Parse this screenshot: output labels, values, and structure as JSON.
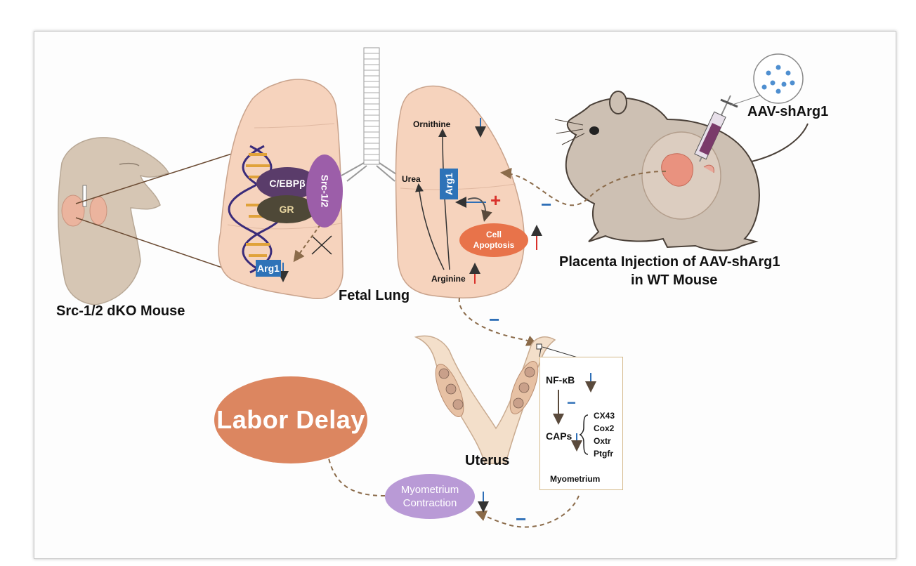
{
  "labels": {
    "src_mouse": "Src-1/2 dKO Mouse",
    "fetal_lung": "Fetal Lung",
    "placenta_line1": "Placenta Injection of AAV-shArg1",
    "placenta_line2": "in WT Mouse",
    "aav": "AAV-shArg1",
    "uterus": "Uterus",
    "labor_delay": "Labor Delay",
    "myo_line1": "Myometrium",
    "myo_line2": "Contraction",
    "cebpb": "C/EBPβ",
    "gr": "GR",
    "src12": "Src-1/2",
    "arg1_left": "Arg1",
    "arg1_right": "Arg1",
    "ornithine": "Ornithine",
    "urea": "Urea",
    "arginine": "Arginine",
    "apop_line1": "Cell",
    "apop_line2": "Apoptosis",
    "nfkb": "NF-κB",
    "caps": "CAPs",
    "cx43": "CX43",
    "cox2": "Cox2",
    "oxtr": "Oxtr",
    "ptgfr": "Ptgfr",
    "myometrium": "Myometrium",
    "minus": "−",
    "plus": "+"
  },
  "colors": {
    "lung": "#f6d3bd",
    "mouse_beige": "#d6c6b4",
    "mouse_gray": "#c9bdb1",
    "arrow_blue": "#2e6fb7",
    "arrow_red": "#d9312b",
    "dashed": "#8b6b4a",
    "labor": "#dc8660",
    "myo": "#b99ad6"
  }
}
